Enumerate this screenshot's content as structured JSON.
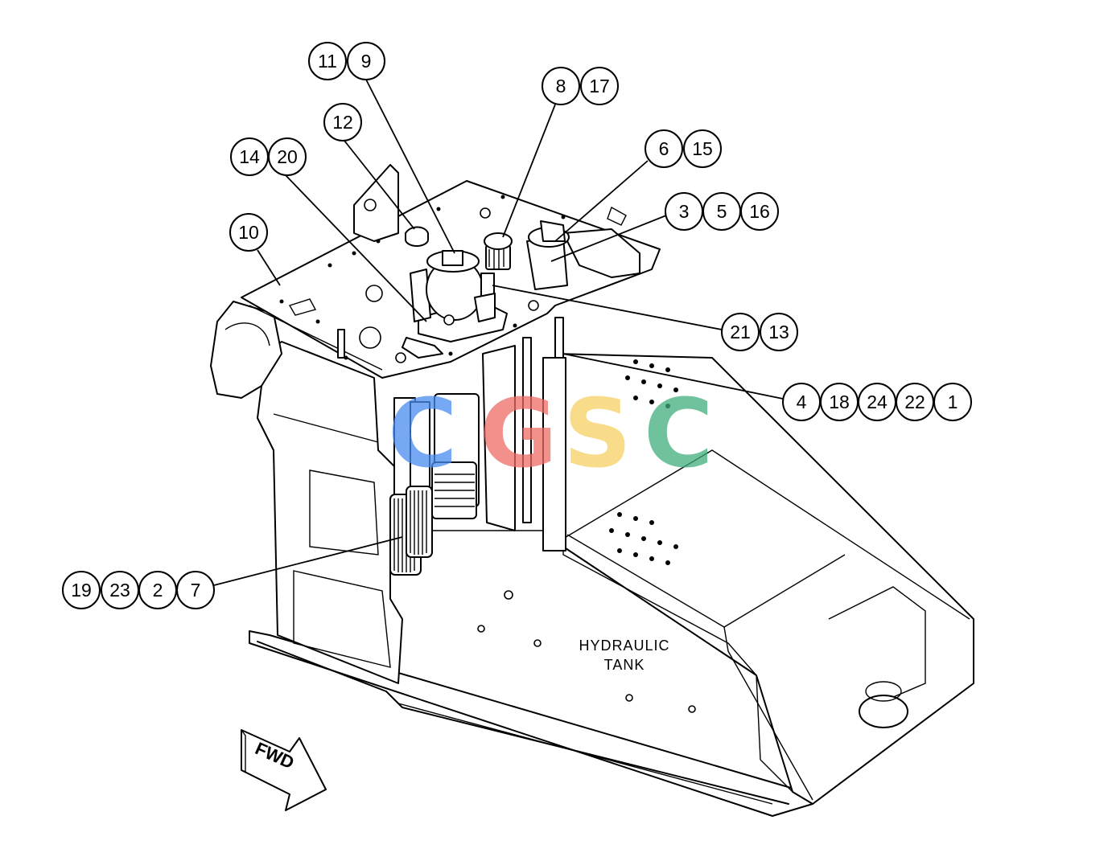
{
  "diagram": {
    "tank_label_line1": "HYDRAULIC",
    "tank_label_line2": "TANK",
    "fwd_label": "FWD",
    "watermark": {
      "letters": [
        "C",
        "G",
        "S",
        "C"
      ],
      "colors": [
        "#4a8cf0",
        "#ee6b66",
        "#f7d163",
        "#3fae7a"
      ]
    },
    "callouts": [
      {
        "group": "11-9",
        "numbers": [
          "11",
          "9"
        ]
      },
      {
        "group": "8-17",
        "numbers": [
          "8",
          "17"
        ]
      },
      {
        "group": "12",
        "numbers": [
          "12"
        ]
      },
      {
        "group": "6-15",
        "numbers": [
          "6",
          "15"
        ]
      },
      {
        "group": "14-20",
        "numbers": [
          "14",
          "20"
        ]
      },
      {
        "group": "3-5-16",
        "numbers": [
          "3",
          "5",
          "16"
        ]
      },
      {
        "group": "10",
        "numbers": [
          "10"
        ]
      },
      {
        "group": "21-13",
        "numbers": [
          "21",
          "13"
        ]
      },
      {
        "group": "4-18-24-22-1",
        "numbers": [
          "4",
          "18",
          "24",
          "22",
          "1"
        ]
      },
      {
        "group": "19-23-2-7",
        "numbers": [
          "19",
          "23",
          "2",
          "7"
        ]
      }
    ]
  }
}
